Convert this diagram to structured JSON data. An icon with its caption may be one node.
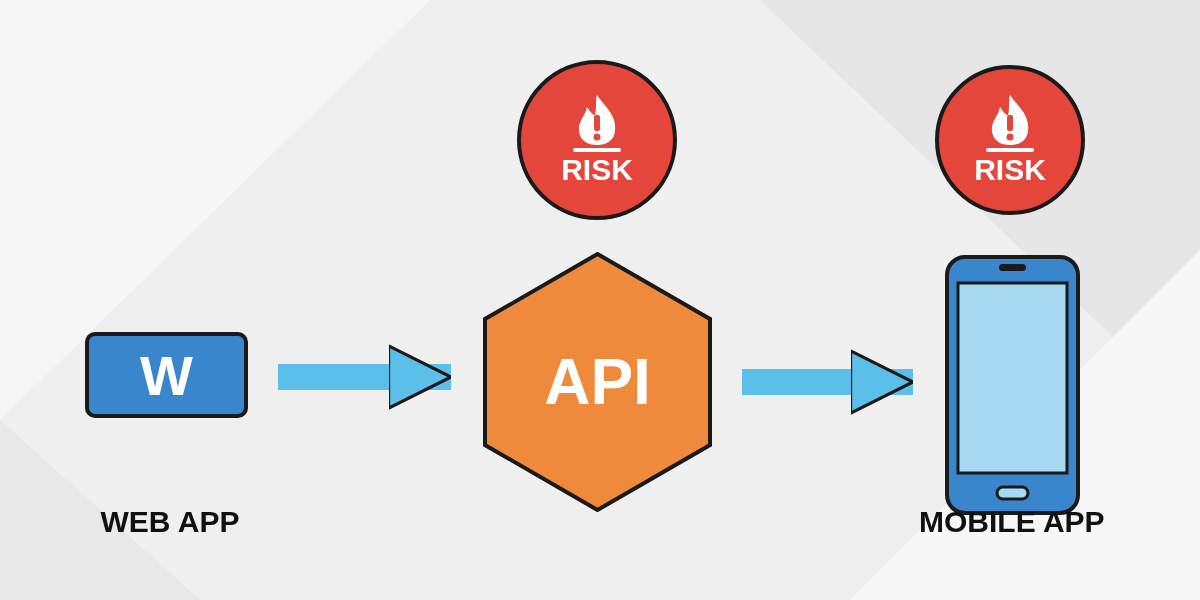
{
  "diagram": {
    "nodes": [
      {
        "text": [
          "W"
        ],
        "beside": [
          "WEB APP"
        ]
      },
      {
        "text": [
          "API"
        ]
      },
      {
        "text": [],
        "shape": "phone",
        "beside": [
          "MOBILE APP"
        ]
      },
      {
        "text": [
          "RISK"
        ]
      },
      {
        "text": [
          "RISK"
        ]
      }
    ],
    "edges": [
      {
        "from": 0,
        "to": 1,
        "arrow": "to"
      },
      {
        "from": 1,
        "to": 2,
        "arrow": "to"
      }
    ]
  }
}
